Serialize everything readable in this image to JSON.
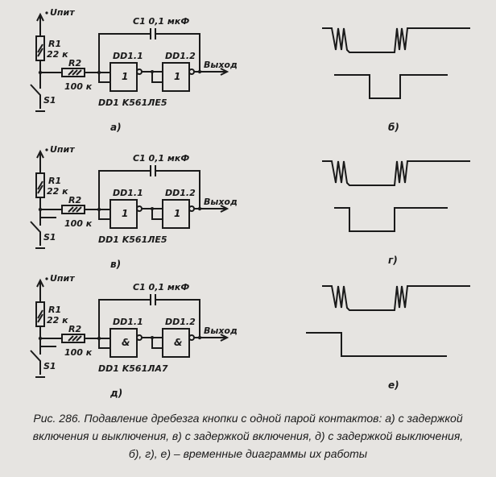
{
  "circuits": [
    {
      "panel": "а)",
      "supply": "Uпит",
      "r1": "R1",
      "r1_val": "22 к",
      "r2": "R2",
      "r2_val": "100 к",
      "switch": "S1",
      "cap": "C1 0,1 мкФ",
      "gate1": "DD1.1",
      "gate2": "DD1.2",
      "gate_symbol": "1",
      "chip": "DD1  K561ЛЕ5",
      "output": "Выход"
    },
    {
      "panel": "в)",
      "supply": "Uпит",
      "r1": "R1",
      "r1_val": "22 к",
      "r2": "R2",
      "r2_val": "100 к",
      "switch": "S1",
      "cap": "C1 0,1 мкФ",
      "gate1": "DD1.1",
      "gate2": "DD1.2",
      "gate_symbol": "1",
      "chip": "DD1  K561ЛЕ5",
      "output": "Выход"
    },
    {
      "panel": "д)",
      "supply": "Uпит",
      "r1": "R1",
      "r1_val": "22 к",
      "r2": "R2",
      "r2_val": "100 к",
      "switch": "S1",
      "cap": "C1 0,1 мкФ",
      "gate1": "DD1.1",
      "gate2": "DD1.2",
      "gate_symbol": "&",
      "chip": "DD1  K561ЛА7",
      "output": "Выход"
    }
  ],
  "timing": [
    {
      "panel": "б)"
    },
    {
      "panel": "г)"
    },
    {
      "panel": "е)"
    }
  ],
  "caption": {
    "line1": "Рис. 286. Подавление дребезга кнопки с одной парой контактов: а) с задержкой",
    "line2": "включения и выключения, в) с задержкой включения, д) с задержкой выключения,",
    "line3": "б), г), е) – временные диаграммы их работы"
  }
}
